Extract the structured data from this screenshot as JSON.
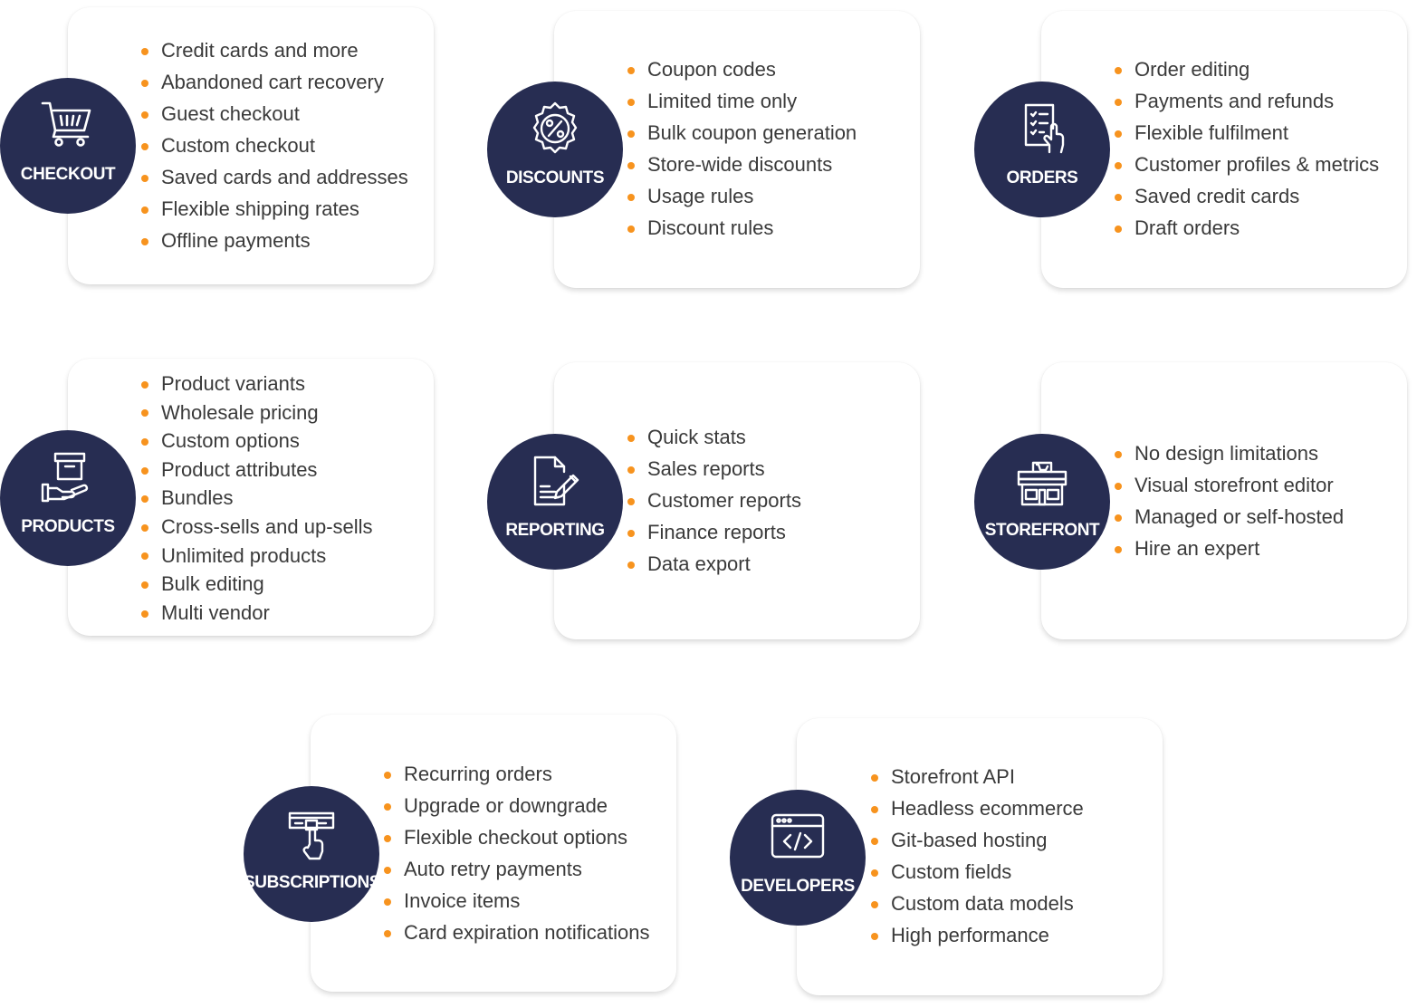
{
  "accent_color": "#f7931e",
  "badge_color": "#272d52",
  "sections": {
    "checkout": {
      "label": "CHECKOUT",
      "icon": "shopping-cart-icon",
      "items": [
        "Credit cards and more",
        "Abandoned cart recovery",
        "Guest checkout",
        "Custom checkout",
        "Saved cards and addresses",
        "Flexible shipping rates",
        "Offline payments"
      ]
    },
    "discounts": {
      "label": "DISCOUNTS",
      "icon": "percent-badge-icon",
      "items": [
        "Coupon codes",
        "Limited time only",
        "Bulk coupon generation",
        "Store-wide discounts",
        "Usage rules",
        "Discount rules"
      ]
    },
    "orders": {
      "label": "ORDERS",
      "icon": "order-list-icon",
      "items": [
        "Order editing",
        "Payments and refunds",
        "Flexible fulfilment",
        "Customer profiles & metrics",
        "Saved credit cards",
        "Draft orders"
      ]
    },
    "products": {
      "label": "PRODUCTS",
      "icon": "box-in-hand-icon",
      "items": [
        "Product variants",
        "Wholesale pricing",
        "Custom options",
        "Product attributes",
        "Bundles",
        "Cross-sells and up-sells",
        "Unlimited products",
        "Bulk editing",
        "Multi vendor"
      ]
    },
    "reporting": {
      "label": "REPORTING",
      "icon": "document-pen-icon",
      "items": [
        "Quick stats",
        "Sales reports",
        "Customer reports",
        "Finance reports",
        "Data export"
      ]
    },
    "storefront": {
      "label": "STOREFRONT",
      "icon": "storefront-icon",
      "items": [
        "No design limitations",
        "Visual storefront editor",
        "Managed or self-hosted",
        "Hire an expert"
      ]
    },
    "subscriptions": {
      "label": "SUBSCRIPTIONS",
      "icon": "card-tap-icon",
      "items": [
        "Recurring orders",
        "Upgrade or downgrade",
        "Flexible checkout options",
        "Auto retry payments",
        "Invoice items",
        "Card expiration notifications"
      ]
    },
    "developers": {
      "label": "DEVELOPERS",
      "icon": "code-window-icon",
      "items": [
        "Storefront API",
        "Headless ecommerce",
        "Git-based hosting",
        "Custom fields",
        "Custom data models",
        "High performance"
      ]
    }
  }
}
